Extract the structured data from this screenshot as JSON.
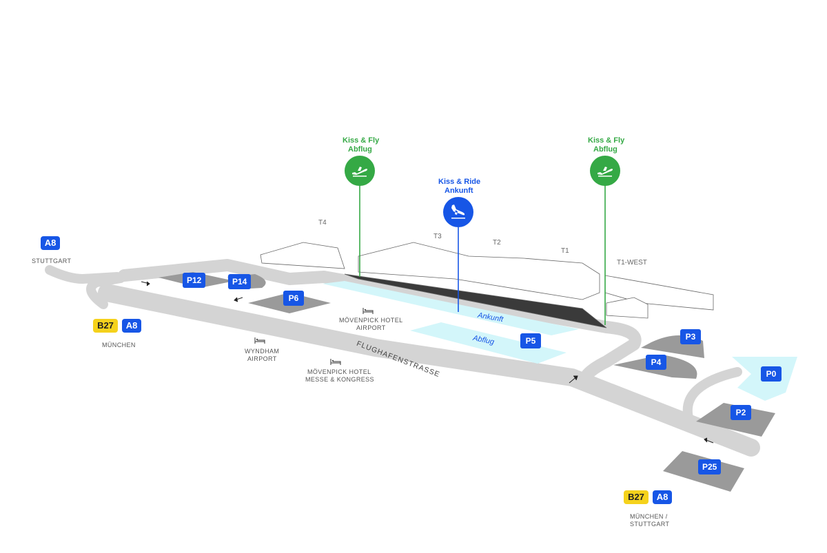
{
  "terminals": {
    "t4": "T4",
    "t3": "T3",
    "t2": "T2",
    "t1": "T1",
    "t1west": "T1-WEST"
  },
  "highways": {
    "a8_stuttgart": {
      "road": "A8",
      "label": "STUTTGART"
    },
    "b27_a8_munchen": {
      "road1": "B27",
      "road2": "A8",
      "label": "MÜNCHEN"
    },
    "b27_a8_munchen_stuttgart": {
      "road1": "B27",
      "road2": "A8",
      "label_line1": "MÜNCHEN /",
      "label_line2": "STUTTGART"
    }
  },
  "parking": [
    "P12",
    "P14",
    "P6",
    "P5",
    "P3",
    "P4",
    "P0",
    "P2",
    "P25"
  ],
  "pins": {
    "kiss_fly_west": {
      "line1": "Kiss & Fly",
      "line2": "Abflug",
      "icon": "departure-plane-icon"
    },
    "kiss_ride": {
      "line1": "Kiss & Ride",
      "line2": "Ankunft",
      "icon": "arrival-plane-icon"
    },
    "kiss_fly_east": {
      "line1": "Kiss & Fly",
      "line2": "Abflug",
      "icon": "departure-plane-icon"
    }
  },
  "zones": {
    "ankunft": "Ankunft",
    "abflug": "Abflug"
  },
  "street": "FLUGHAFENSTRASSE",
  "hotels": {
    "movenpick_airport": {
      "line1": "MÖVENPICK HOTEL",
      "line2": "AIRPORT"
    },
    "wyndham": {
      "line1": "WYNDHAM",
      "line2": "AIRPORT"
    },
    "movenpick_messe": {
      "line1": "MÖVENPICK HOTEL",
      "line2": "MESSE & KONGRESS"
    }
  },
  "colors": {
    "road": "#d4d4d4",
    "parking": "#9a9a9a",
    "zone": "#d3f6fa",
    "blue": "#1756e6",
    "green": "#35a945",
    "yellow": "#f5d21c"
  }
}
